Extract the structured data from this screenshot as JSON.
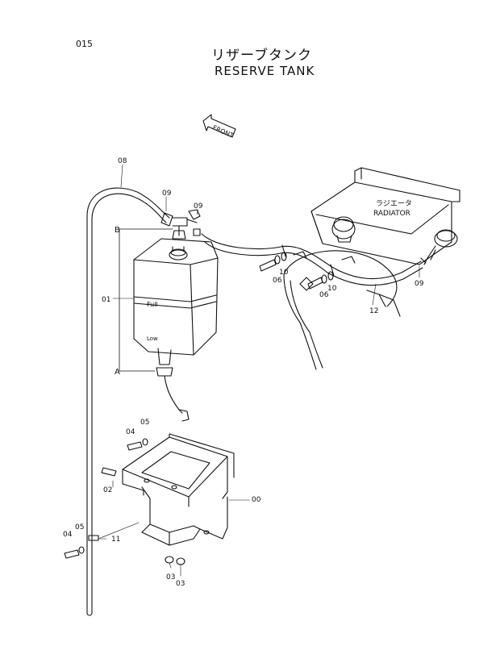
{
  "header": {
    "page_number": "015",
    "title_jp": "リザーブタンク",
    "title_en": "RESERVE TANK"
  },
  "labels": {
    "front": "FRONT",
    "radiator_jp": "ラジエータ",
    "radiator_en": "RADIATOR",
    "tank_full": "Full",
    "tank_low": "Low",
    "ref_a": "A",
    "ref_b": "B"
  },
  "callouts": {
    "c08": "08",
    "c09a": "09",
    "c09b": "09",
    "c09c": "09",
    "c01": "01",
    "c10a": "10",
    "c10b": "10",
    "c06a": "06",
    "c06b": "06",
    "c12": "12",
    "c04a": "04",
    "c05a": "05",
    "c02": "02",
    "c00": "00",
    "c04b": "04",
    "c05b": "05",
    "c11": "11",
    "c03a": "03",
    "c03b": "03"
  }
}
